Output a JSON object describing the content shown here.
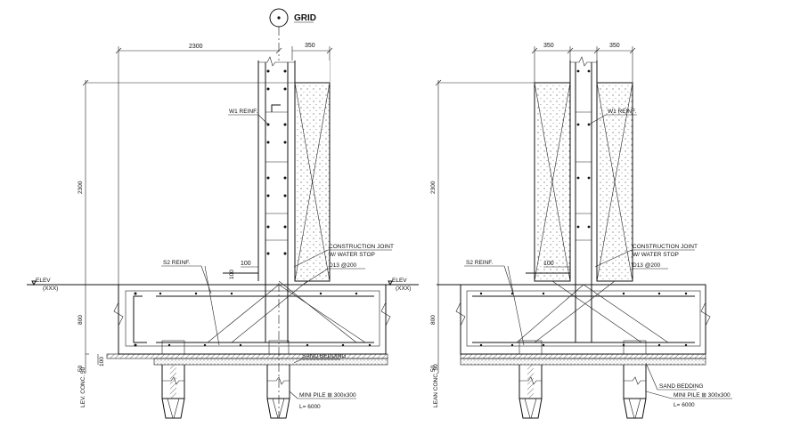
{
  "grid": {
    "label": "GRID"
  },
  "left_detail": {
    "dim_width_top": "2300",
    "dim_wall": "350",
    "dim_height": "2300",
    "dim_footing": "800",
    "dim_lean": "50",
    "dim_sand": "100",
    "dim_ledge": "100",
    "dim_ledge_v": "100",
    "w1_reinf": "W1 REINF.",
    "s2_reinf": "S2 REINF.",
    "joint_line1": "CONSTRUCTION JOINT",
    "joint_line2": "W/ WATER STOP",
    "dowel": "D13 @200",
    "elev": "ELEV",
    "elev_sub": "(XXX)",
    "lean_label": "LEV. CONC. 50",
    "sand_label": "SAND BEDDING",
    "pile_label": "MINI PILE ⊞ 300x300",
    "pile_length": "L= 6000"
  },
  "right_detail": {
    "dim_wall_left": "350",
    "dim_wall_right": "350",
    "dim_height": "2300",
    "dim_footing": "800",
    "dim_lean": "50",
    "dim_ledge": "100",
    "w1_reinf": "W1 REINF.",
    "s2_reinf": "S2 REINF.",
    "joint_line1": "CONSTRUCTION JOINT",
    "joint_line2": "W/ WATER STOP",
    "dowel": "D13 @200",
    "elev": "ELEV",
    "elev_sub": "(XXX)",
    "lean_label": "LEAN CONC. 50",
    "sand_label": "SAND BEDDING",
    "pile_label": "MINI PILE ⊞ 300x300",
    "pile_length": "L= 6000"
  }
}
